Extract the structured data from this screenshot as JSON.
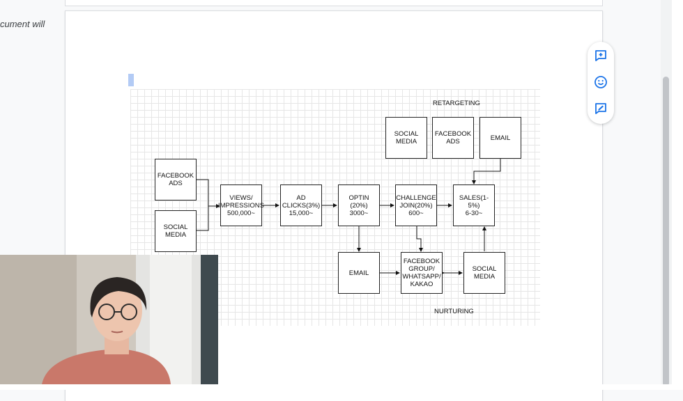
{
  "document": {
    "left_margin_text": "cument will"
  },
  "diagram": {
    "boxes": {
      "facebook_ads_left": "FACEBOOK\nADS",
      "social_media_left": "SOCIAL\nMEDIA",
      "views": "VIEWS/\nIMPRESSIONS\n500,000~",
      "ad_clicks": "AD\nCLICKS(3%)\n15,000~",
      "optin": "OPTIN (20%)\n3000~",
      "challenge": "CHALLENGE\nJOIN(20%)\n600~",
      "sales": "SALES(1-5%)\n6-30~",
      "social_media_retarget": "SOCIAL\nMEDIA",
      "facebook_ads_retarget": "FACEBOOK\nADS",
      "email_retarget": "EMAIL",
      "email_nurture": "EMAIL",
      "facebook_group": "FACEBOOK\nGROUP/\nWHATSAPP/\nKAKAO",
      "social_media_nurture": "SOCIAL\nMEDIA"
    },
    "labels": {
      "retargeting": "RETARGETING",
      "nurturing": "NURTURING"
    }
  },
  "side_panel": {
    "icons": [
      "add-comment-icon",
      "emoji-reaction-icon",
      "suggest-edits-icon"
    ],
    "accent_color": "#1a73e8"
  }
}
